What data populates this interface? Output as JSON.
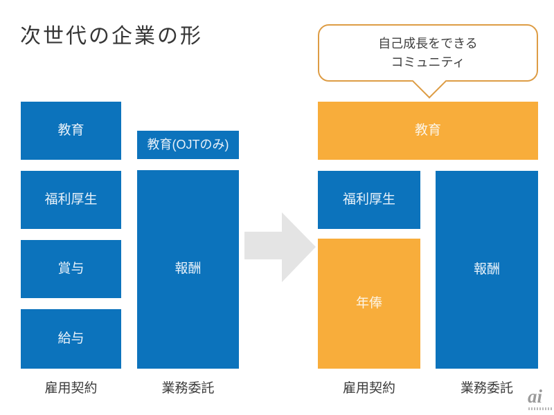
{
  "title": "次世代の企業の形",
  "bubble": {
    "line1": "自己成長をできる",
    "line2": "コミュニティ"
  },
  "before": {
    "employment": {
      "label": "雇用契約",
      "boxes": [
        "教育",
        "福利厚生",
        "賞与",
        "給与"
      ]
    },
    "outsourcing": {
      "label": "業務委託",
      "boxes": [
        "教育(OJTのみ)",
        "報酬"
      ]
    }
  },
  "after": {
    "education_box": "教育",
    "employment": {
      "label": "雇用契約",
      "boxes": [
        "福利厚生",
        "年俸"
      ]
    },
    "outsourcing": {
      "label": "業務委託",
      "boxes": [
        "報酬"
      ]
    }
  },
  "logo": "ai",
  "colors": {
    "box_blue": "#0C73BC",
    "box_orange": "#F8AD3B",
    "bubble_border": "#DD9C44",
    "arrow_gray": "#E4E4E4",
    "title_text": "#363636"
  }
}
